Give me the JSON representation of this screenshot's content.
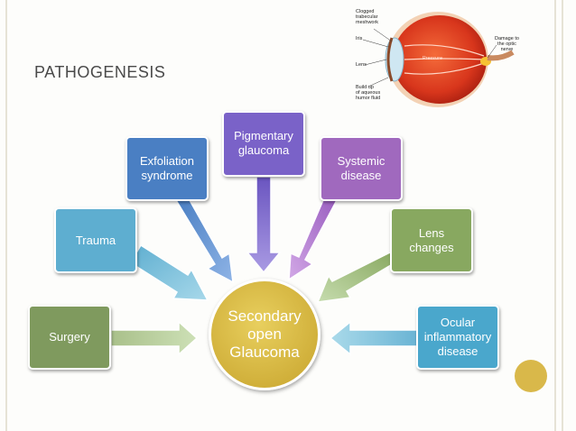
{
  "slide": {
    "title": "PATHOGENESIS"
  },
  "center": {
    "lines": [
      "Secondary",
      "open",
      "Glaucoma"
    ]
  },
  "causes": [
    {
      "key": "surgery",
      "lines": [
        "Surgery"
      ]
    },
    {
      "key": "trauma",
      "lines": [
        "Trauma"
      ]
    },
    {
      "key": "exfoliation",
      "lines": [
        "Exfoliation",
        "syndrome"
      ]
    },
    {
      "key": "pigmentary",
      "lines": [
        "Pigmentary",
        "glaucoma"
      ]
    },
    {
      "key": "systemic",
      "lines": [
        "Systemic",
        "disease"
      ]
    },
    {
      "key": "lens",
      "lines": [
        "Lens",
        "changes"
      ]
    },
    {
      "key": "ocular",
      "lines": [
        "Ocular",
        "inflammatory",
        "disease"
      ]
    }
  ],
  "eye_diagram": {
    "labels": {
      "clogged": [
        "Clogged",
        "trabecular",
        "meshwork"
      ],
      "iris": "Iris",
      "lens": "Lens",
      "buildup": [
        "Build up",
        "of aqueous",
        "humor fluid"
      ],
      "damage": [
        "Damage to",
        "the optic",
        "nerve"
      ],
      "pressure": "Pressure"
    }
  },
  "colors": {
    "surgery": "#7f9a5e",
    "trauma": "#5eaed0",
    "exfoliation": "#4a7fc3",
    "pigmentary": "#7a62c8",
    "systemic": "#a069be",
    "lens": "#88a860",
    "ocular": "#4aa7cc",
    "center": "#d4b542"
  }
}
